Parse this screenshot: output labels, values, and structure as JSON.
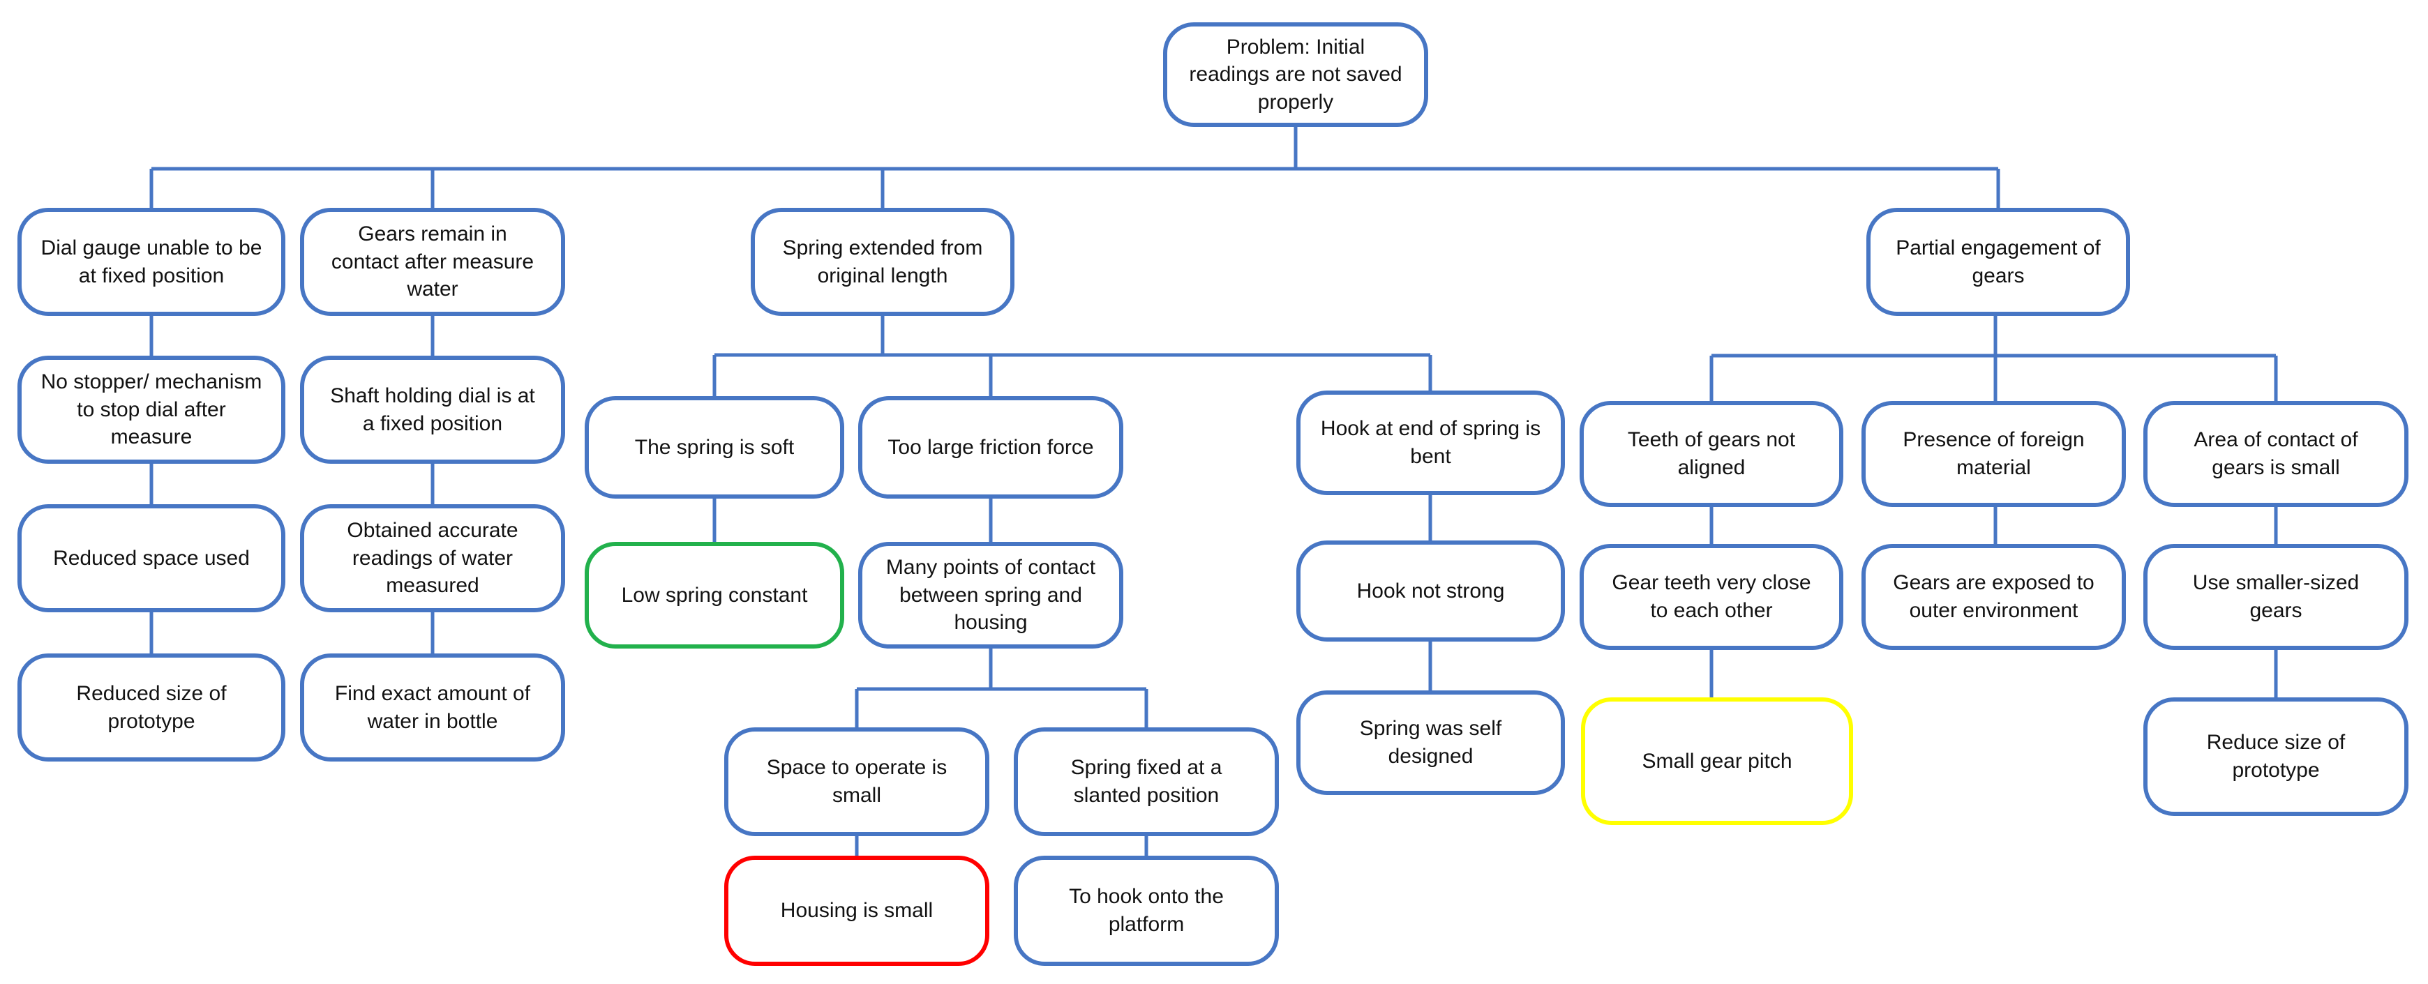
{
  "diagram": {
    "type": "cause-and-effect fault tree",
    "colors": {
      "node_border_blue": "#4776C4",
      "connector_blue": "#4776C4",
      "highlight_green": "#22B14C",
      "highlight_red": "#FF0000",
      "highlight_yellow": "#FFFF00",
      "text": "#121212",
      "background": "#FFFFFF"
    },
    "nodes": {
      "root": {
        "label": "Problem: Initial readings are not saved properly",
        "highlight": null,
        "parent": null
      },
      "dial": {
        "label": "Dial gauge unable to be at fixed position",
        "highlight": null,
        "parent": "root"
      },
      "gears": {
        "label": "Gears remain in contact after measure water",
        "highlight": null,
        "parent": "root"
      },
      "spring_ext": {
        "label": "Spring extended from original length",
        "highlight": null,
        "parent": "root"
      },
      "partial": {
        "label": "Partial engagement of gears",
        "highlight": null,
        "parent": "root"
      },
      "stopper": {
        "label": "No stopper/ mechanism to stop dial after measure",
        "highlight": null,
        "parent": "dial"
      },
      "shaft": {
        "label": "Shaft holding dial is at a fixed position",
        "highlight": null,
        "parent": "gears"
      },
      "red_space": {
        "label": "Reduced space used",
        "highlight": null,
        "parent": "stopper"
      },
      "obtained": {
        "label": "Obtained accurate readings of water measured",
        "highlight": null,
        "parent": "shaft"
      },
      "red_size": {
        "label": "Reduced size of prototype",
        "highlight": null,
        "parent": "red_space"
      },
      "find_exact": {
        "label": "Find exact amount of water in bottle",
        "highlight": null,
        "parent": "obtained"
      },
      "soft": {
        "label": "The spring is soft",
        "highlight": null,
        "parent": "spring_ext"
      },
      "friction": {
        "label": "Too large friction force",
        "highlight": null,
        "parent": "spring_ext"
      },
      "hook_bent": {
        "label": "Hook at end of spring is bent",
        "highlight": null,
        "parent": "spring_ext"
      },
      "low_const": {
        "label": "Low spring constant",
        "highlight": "green",
        "parent": "soft"
      },
      "many_points": {
        "label": "Many points of contact between spring and housing",
        "highlight": null,
        "parent": "friction"
      },
      "hook_strong": {
        "label": "Hook not strong",
        "highlight": null,
        "parent": "hook_bent"
      },
      "space_small": {
        "label": "Space to operate is small",
        "highlight": null,
        "parent": "many_points"
      },
      "slanted": {
        "label": "Spring fixed at a slanted position",
        "highlight": null,
        "parent": "many_points"
      },
      "self_designed": {
        "label": "Spring was self designed",
        "highlight": null,
        "parent": "hook_strong"
      },
      "housing": {
        "label": "Housing is small",
        "highlight": "red",
        "parent": "space_small"
      },
      "platform": {
        "label": "To hook onto the platform",
        "highlight": null,
        "parent": "slanted"
      },
      "teeth_align": {
        "label": "Teeth of gears not aligned",
        "highlight": null,
        "parent": "partial"
      },
      "foreign": {
        "label": "Presence of foreign material",
        "highlight": null,
        "parent": "partial"
      },
      "area_contact": {
        "label": "Area of contact of gears is small",
        "highlight": null,
        "parent": "partial"
      },
      "teeth_close": {
        "label": "Gear teeth very close to each other",
        "highlight": null,
        "parent": "teeth_align"
      },
      "exposed": {
        "label": "Gears are exposed to outer environment",
        "highlight": null,
        "parent": "foreign"
      },
      "smaller_gears": {
        "label": "Use smaller-sized gears",
        "highlight": null,
        "parent": "area_contact"
      },
      "small_pitch": {
        "label": "Small gear pitch",
        "highlight": "yellow",
        "parent": "teeth_close"
      },
      "reduce_proto": {
        "label": "Reduce size of prototype",
        "highlight": null,
        "parent": "smaller_gears"
      }
    }
  }
}
